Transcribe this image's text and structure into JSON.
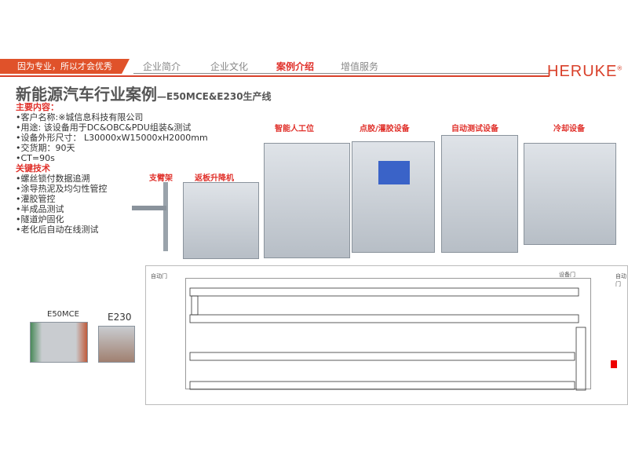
{
  "header": {
    "tagline": "因为专业，所以才会优秀",
    "nav": [
      "企业简介",
      "企业文化",
      "案例介绍",
      "增值服务"
    ],
    "active_nav": "案例介绍",
    "logo": "HERUKE",
    "accent": "#e0302a"
  },
  "title": {
    "main": "新能源汽车行业案例",
    "sub": "—E50MCE&E230生产线"
  },
  "main_content": {
    "heading": "主要内容：",
    "items": [
      "•客户名称:※城信息科技有限公司",
      "•用途: 该设备用于DC&OBC&PDU组装&测试",
      "•设备外形尺寸： L30000xW15000xH2000mm",
      "•交货期：90天",
      "•CT=90s"
    ]
  },
  "key_tech": {
    "heading": "关键技术",
    "items": [
      "•螺丝锁付数据追溯",
      "•涂导热泥及均匀性管控",
      "•灌胶管控",
      "•半成品测试",
      "•隧道炉固化",
      "•老化后自动在线测试"
    ]
  },
  "equipment": [
    "支臂架",
    "返板升降机",
    "智能人工位",
    "点胶/灌胶设备",
    "自动测试设备",
    "冷却设备"
  ],
  "products": [
    "E50MCE",
    "E230"
  ],
  "layout": {
    "door_left": "自动门",
    "door_equipment": "设备门",
    "door_right": "自动门"
  }
}
